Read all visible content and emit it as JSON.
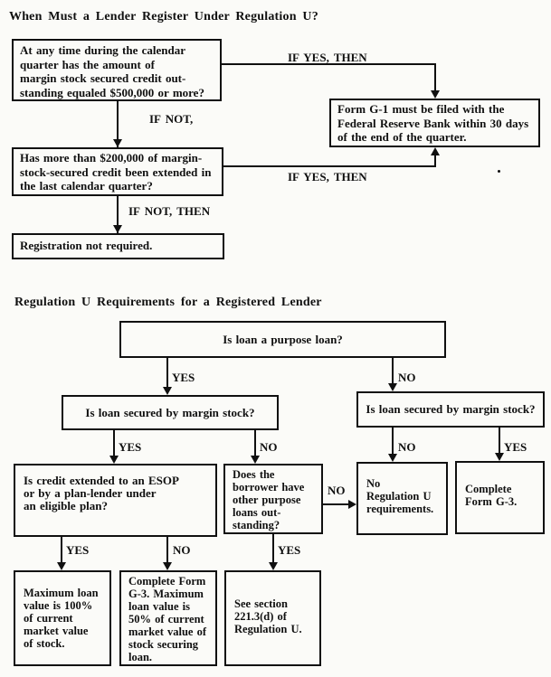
{
  "canvas": {
    "background": "#fbfbf8",
    "ink": "#101010"
  },
  "section1": {
    "title": "When Must a Lender Register Under Regulation U?",
    "boxes": {
      "q500k": {
        "lines": [
          "At any time during the calendar",
          "quarter has the amount of",
          "margin stock secured credit out-",
          "standing equaled $500,000 or more?"
        ]
      },
      "formG1": {
        "lines": [
          "Form G-1 must be filed with the",
          "Federal Reserve Bank within 30 days",
          "of the end of the quarter."
        ]
      },
      "q200k": {
        "lines": [
          "Has more than $200,000 of margin-",
          "stock-secured credit been extended in",
          "the last calendar quarter?"
        ]
      },
      "notRequired": {
        "lines": [
          "Registration not required."
        ]
      }
    },
    "labels": {
      "ifYesThenTop": "IF YES, THEN",
      "ifNot": "IF NOT,",
      "ifYesThenBottom": "IF YES, THEN",
      "ifNotThen": "IF NOT, THEN",
      "strayMark": "."
    }
  },
  "section2": {
    "title": "Regulation U Requirements for a Registered Lender",
    "boxes": {
      "purposeLoan": {
        "lines": [
          "Is loan a purpose loan?"
        ]
      },
      "marginStockLeft": {
        "lines": [
          "Is loan secured by margin stock?"
        ]
      },
      "marginStockRight": {
        "lines": [
          "Is loan secured by margin stock?"
        ]
      },
      "esop": {
        "lines": [
          "Is credit extended to an ESOP",
          "or by a plan-lender under",
          "an eligible plan?"
        ]
      },
      "otherPurpose": {
        "lines": [
          "Does the",
          "borrower have",
          "other purpose",
          "loans out-",
          "standing?"
        ]
      },
      "noRequirements": {
        "lines": [
          "No",
          "Regulation U",
          "requirements."
        ]
      },
      "completeG3": {
        "lines": [
          "Complete",
          "Form G-3."
        ]
      },
      "max100": {
        "lines": [
          "Maximum loan",
          "value is 100%",
          "of current",
          "market value",
          "of stock."
        ]
      },
      "g3max50": {
        "lines": [
          "Complete Form",
          "G-3. Maximum",
          "loan value is",
          "50% of current",
          "market value of",
          "stock securing",
          "loan."
        ]
      },
      "see221": {
        "lines": [
          "See section",
          "221.3(d) of",
          "Regulation U."
        ]
      }
    },
    "labels": {
      "yes": "YES",
      "no": "NO"
    }
  }
}
